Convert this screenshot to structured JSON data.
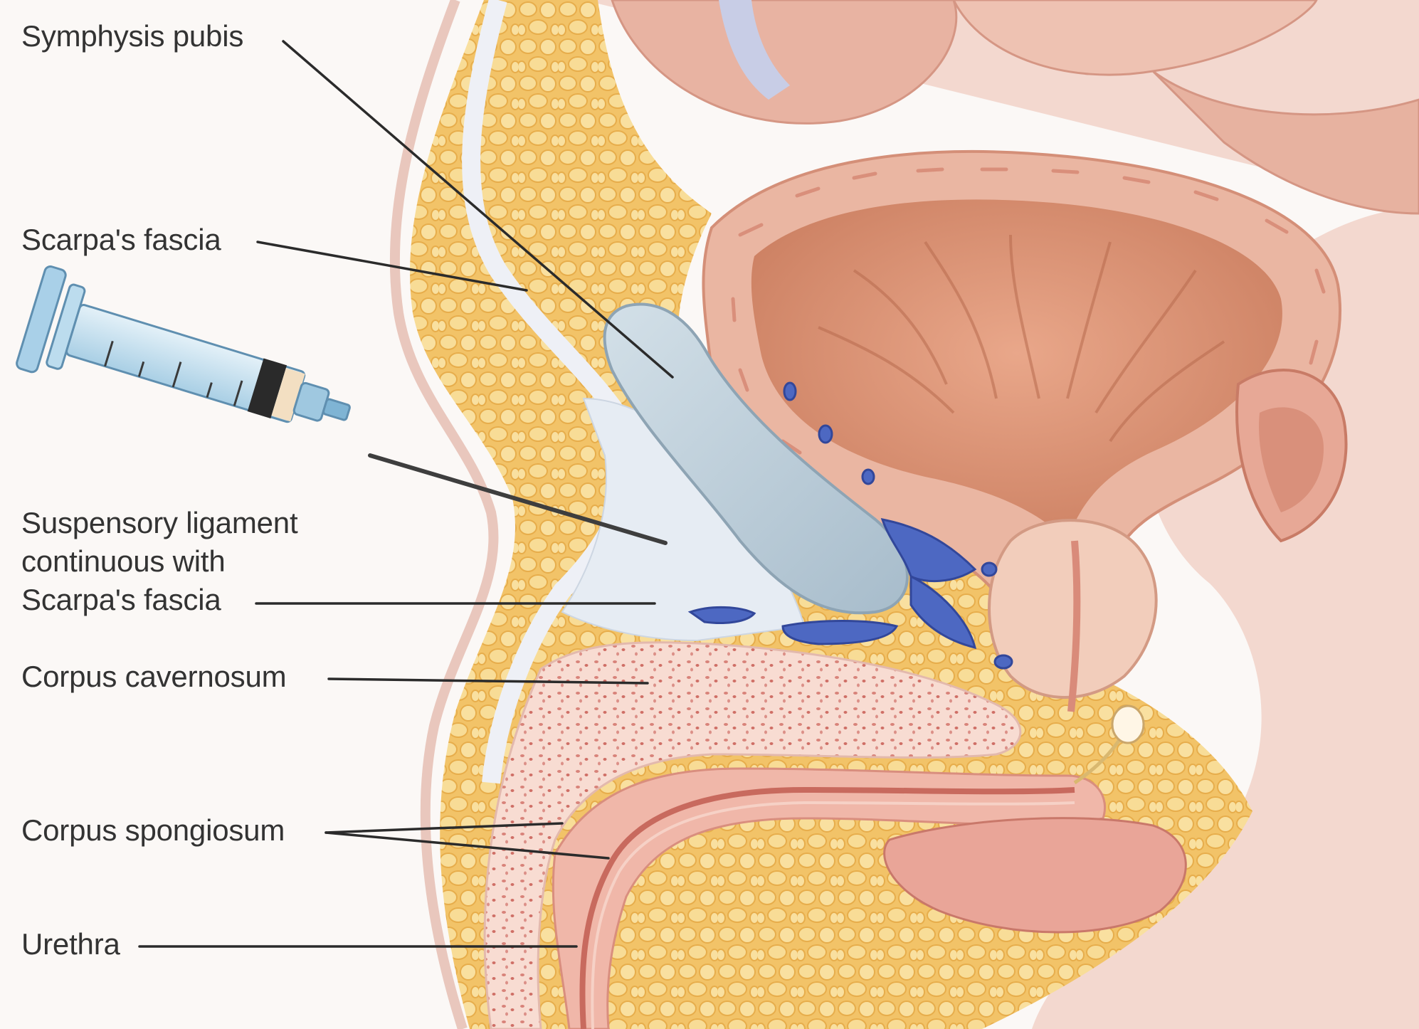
{
  "labels": {
    "symphysis_pubis": "Symphysis pubis",
    "scarpas_fascia": "Scarpa's fascia",
    "suspensory_line1": "Suspensory ligament",
    "suspensory_line2": "continuous with",
    "suspensory_line3": "Scarpa's fascia",
    "corpus_cavernosum": "Corpus cavernosum",
    "corpus_spongiosum": "Corpus spongiosum",
    "urethra": "Urethra"
  },
  "colors": {
    "background": "#fbf8f6",
    "fat": "#f2c368",
    "fat_globule": "#f8dd98",
    "bladder_wall": "#eab6a2",
    "bladder_lumen": "#dc9470",
    "bone": "#b8ccd8",
    "veins": "#4d68c2",
    "syringe": "#9fc8e0",
    "leader_line": "#2b2b2b",
    "label_text": "#333333"
  }
}
